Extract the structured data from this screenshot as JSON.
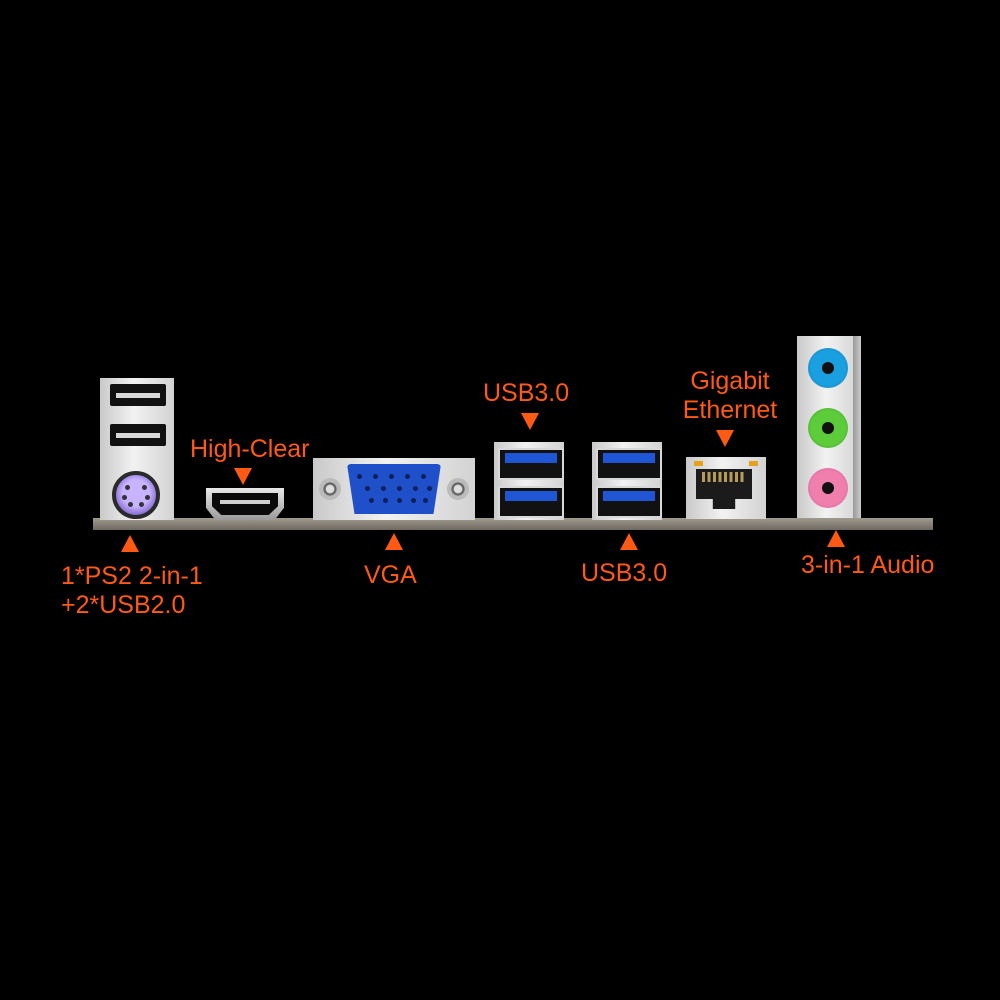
{
  "labels": {
    "ps2_line1": "1*PS2 2-in-1",
    "ps2_line2": "+2*USB2.0",
    "hdmi": "High-Clear",
    "vga": "VGA",
    "usb3_top": "USB3.0",
    "usb3_bottom": "USB3.0",
    "ethernet_line1": "Gigabit",
    "ethernet_line2": "Ethernet",
    "audio": "3-in-1 Audio"
  },
  "colors": {
    "background": "#000000",
    "label": "#ff5a14",
    "ps2_port": "#8f78d8",
    "vga_port": "#1f4fc9",
    "usb3_insert": "#1f56d6",
    "audio_blue": "#1aa0e0",
    "audio_green": "#5dcc3a",
    "audio_pink": "#f07fae"
  },
  "icons": [
    "arrow-up-icon",
    "arrow-down-icon"
  ]
}
